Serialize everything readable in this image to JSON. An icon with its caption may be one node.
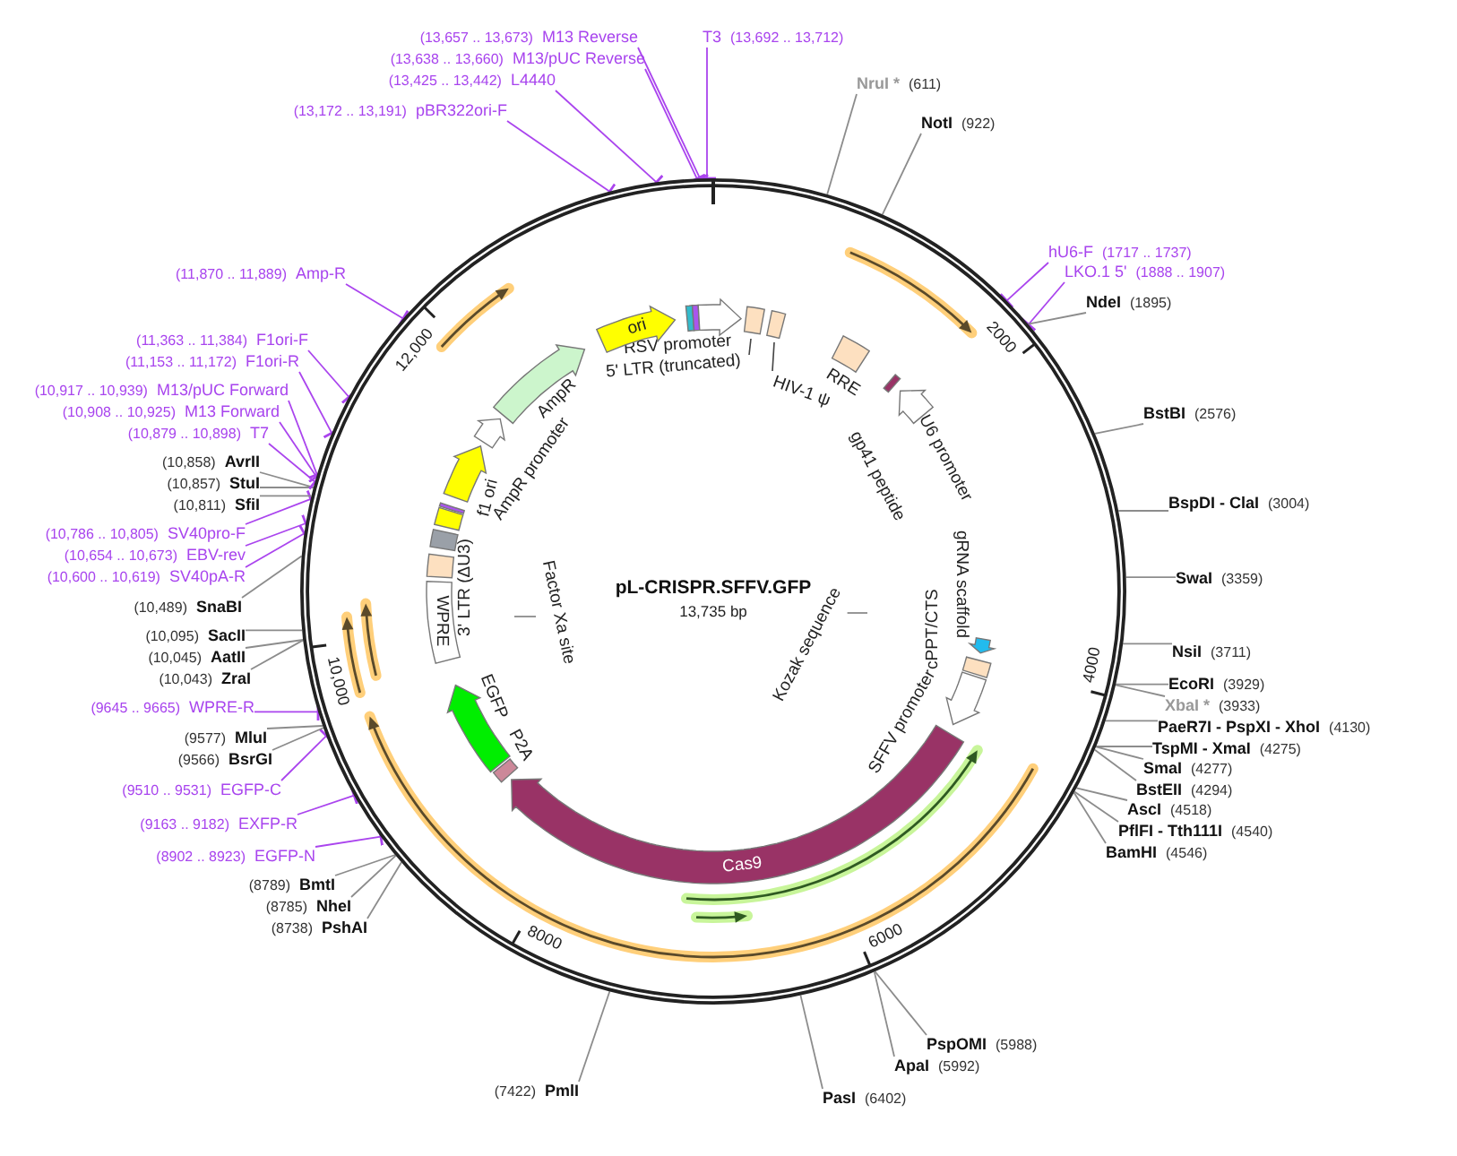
{
  "diagram": {
    "title": "pL-CRISPR.SFFV.GFP",
    "nodes": [
      {
        "text": [
          "(13,657 .. 13,673)",
          "M13 Reverse"
        ]
      },
      {
        "text": [
          "T3",
          "(13,692 .. 13,712)"
        ]
      },
      {
        "text": [
          "(13,638 .. 13,660)",
          "M13/pUC Reverse"
        ]
      },
      {
        "text": [
          "(13,425 .. 13,442)",
          "L4440"
        ]
      },
      {
        "text": [
          "(13,172 .. 13,191)",
          "pBR322ori-F"
        ]
      },
      {
        "text": [
          "NruI *",
          "(611)"
        ]
      },
      {
        "text": [
          "NotI",
          "(922)"
        ]
      },
      {
        "text": [
          "hU6-F",
          "(1717 .. 1737)"
        ]
      },
      {
        "text": [
          "LKO.1 5'",
          "(1888 .. 1907)"
        ]
      },
      {
        "text": [
          "NdeI",
          "(1895)"
        ]
      },
      {
        "text": [
          "BstBI",
          "(2576)"
        ]
      },
      {
        "text": [
          "BspDI - ClaI",
          "(3004)"
        ]
      },
      {
        "text": [
          "SwaI",
          "(3359)"
        ]
      },
      {
        "text": [
          "NsiI",
          "(3711)"
        ]
      },
      {
        "text": [
          "EcoRI",
          "(3929)"
        ]
      },
      {
        "text": [
          "XbaI *",
          "(3933)"
        ]
      },
      {
        "text": [
          "PaeR7I - PspXI - XhoI",
          "(4130)"
        ]
      },
      {
        "text": [
          "TspMI - XmaI",
          "(4275)"
        ]
      },
      {
        "text": [
          "SmaI",
          "(4277)"
        ]
      },
      {
        "text": [
          "BstEII",
          "(4294)"
        ]
      },
      {
        "text": [
          "AscI",
          "(4518)"
        ]
      },
      {
        "text": [
          "PflFI - Tth111I",
          "(4540)"
        ]
      },
      {
        "text": [
          "BamHI",
          "(4546)"
        ]
      },
      {
        "text": [
          "PspOMI",
          "(5988)"
        ]
      },
      {
        "text": [
          "ApaI",
          "(5992)"
        ]
      },
      {
        "text": [
          "PasI",
          "(6402)"
        ]
      },
      {
        "text": [
          "(7422)",
          "PmlI"
        ]
      },
      {
        "text": [
          "(8789)",
          "BmtI"
        ]
      },
      {
        "text": [
          "(8785)",
          "NheI"
        ]
      },
      {
        "text": [
          "(8738)",
          "PshAI"
        ]
      },
      {
        "text": [
          "(8902 .. 8923)",
          "EGFP-N"
        ]
      },
      {
        "text": [
          "(9163 .. 9182)",
          "EXFP-R"
        ]
      },
      {
        "text": [
          "(9510 .. 9531)",
          "EGFP-C"
        ]
      },
      {
        "text": [
          "(9566)",
          "BsrGI"
        ]
      },
      {
        "text": [
          "(9577)",
          "MluI"
        ]
      },
      {
        "text": [
          "(9645 .. 9665)",
          "WPRE-R"
        ]
      },
      {
        "text": [
          "(10,043)",
          "ZraI"
        ]
      },
      {
        "text": [
          "(10,045)",
          "AatII"
        ]
      },
      {
        "text": [
          "(10,095)",
          "SacII"
        ]
      },
      {
        "text": [
          "(10,489)",
          "SnaBI"
        ]
      },
      {
        "text": [
          "(10,600 .. 10,619)",
          "SV40pA-R"
        ]
      },
      {
        "text": [
          "(10,654 .. 10,673)",
          "EBV-rev"
        ]
      },
      {
        "text": [
          "(10,786 .. 10,805)",
          "SV40pro-F"
        ]
      },
      {
        "text": [
          "(10,811)",
          "SfiI"
        ]
      },
      {
        "text": [
          "(10,857)",
          "StuI"
        ]
      },
      {
        "text": [
          "(10,858)",
          "AvrII"
        ]
      },
      {
        "text": [
          "(10,879 .. 10,898)",
          "T7"
        ]
      },
      {
        "text": [
          "(10,908 .. 10,925)",
          "M13 Forward"
        ]
      },
      {
        "text": [
          "(10,917 .. 10,939)",
          "M13/pUC Forward"
        ]
      },
      {
        "text": [
          "(11,153 .. 11,172)",
          "F1ori-R"
        ]
      },
      {
        "text": [
          "(11,363 .. 11,384)",
          "F1ori-F"
        ]
      },
      {
        "text": [
          "(11,870 .. 11,889)",
          "Amp-R"
        ]
      },
      {
        "text": [],
        "shape": "circle"
      },
      {
        "text": [
          "RSV promoter"
        ],
        "in": 52
      },
      {
        "text": [
          "5' LTR (truncated)"
        ],
        "in": 52
      },
      {
        "text": [
          "HIV-1 ψ"
        ],
        "in": 52
      },
      {
        "text": [
          "RRE"
        ],
        "in": 52
      },
      {
        "text": [
          "gp41 peptide"
        ],
        "in": 52
      },
      {
        "text": [
          "U6 promoter"
        ],
        "in": 52
      },
      {
        "text": [
          "gRNA scaffold"
        ],
        "in": 52
      },
      {
        "text": [
          "cPPT/CTS"
        ],
        "in": 52
      },
      {
        "text": [
          "SFFV promoter"
        ],
        "in": 52
      },
      {
        "text": [
          "Kozak sequence"
        ],
        "in": 52
      },
      {
        "text": [
          "Cas9"
        ],
        "in": 52
      },
      {
        "text": [
          "P2A"
        ],
        "in": 52
      },
      {
        "text": [
          "EGFP"
        ],
        "in": 52
      },
      {
        "text": [
          "WPRE"
        ],
        "in": 52
      },
      {
        "text": [
          "3' LTR (ΔU3)"
        ],
        "in": 52
      },
      {
        "text": [
          "Factor Xa site"
        ],
        "in": 52
      },
      {
        "text": [
          "f1 ori"
        ],
        "in": 52
      },
      {
        "text": [
          "AmpR promoter"
        ],
        "in": 52
      },
      {
        "text": [
          "AmpR"
        ],
        "in": 52
      },
      {
        "text": [
          "ori"
        ],
        "in": 52
      }
    ],
    "edges": [
      {
        "from": 0,
        "to": 52,
        "arrow": "other",
        "color": "#aa44ee"
      },
      {
        "from": 1,
        "to": 52,
        "arrow": "other",
        "color": "#aa44ee"
      },
      {
        "from": 2,
        "to": 52,
        "arrow": "other",
        "color": "#aa44ee"
      },
      {
        "from": 3,
        "to": 52,
        "arrow": "other",
        "color": "#aa44ee"
      },
      {
        "from": 4,
        "to": 52,
        "arrow": "other",
        "color": "#aa44ee"
      },
      {
        "from": 5,
        "to": 52,
        "arrow": "none"
      },
      {
        "from": 6,
        "to": 52,
        "arrow": "none"
      },
      {
        "from": 7,
        "to": 52,
        "arrow": "other",
        "color": "#aa44ee"
      },
      {
        "from": 8,
        "to": 52,
        "arrow": "other",
        "color": "#aa44ee"
      },
      {
        "from": 9,
        "to": 52,
        "arrow": "none"
      },
      {
        "from": 10,
        "to": 52,
        "arrow": "none"
      },
      {
        "from": 11,
        "to": 52,
        "arrow": "none"
      },
      {
        "from": 12,
        "to": 52,
        "arrow": "none"
      },
      {
        "from": 13,
        "to": 52,
        "arrow": "none"
      },
      {
        "from": 14,
        "to": 52,
        "arrow": "none"
      },
      {
        "from": 15,
        "to": 52,
        "arrow": "none"
      },
      {
        "from": 16,
        "to": 52,
        "arrow": "none"
      },
      {
        "from": 17,
        "to": 52,
        "arrow": "none"
      },
      {
        "from": 18,
        "to": 52,
        "arrow": "none"
      },
      {
        "from": 19,
        "to": 52,
        "arrow": "none"
      },
      {
        "from": 20,
        "to": 52,
        "arrow": "none"
      },
      {
        "from": 21,
        "to": 52,
        "arrow": "none"
      },
      {
        "from": 22,
        "to": 52,
        "arrow": "none"
      },
      {
        "from": 23,
        "to": 52,
        "arrow": "none"
      },
      {
        "from": 24,
        "to": 52,
        "arrow": "none"
      },
      {
        "from": 25,
        "to": 52,
        "arrow": "none"
      },
      {
        "from": 26,
        "to": 52,
        "arrow": "none"
      },
      {
        "from": 27,
        "to": 52,
        "arrow": "none"
      },
      {
        "from": 28,
        "to": 52,
        "arrow": "none"
      },
      {
        "from": 29,
        "to": 52,
        "arrow": "none"
      },
      {
        "from": 30,
        "to": 52,
        "arrow": "other",
        "color": "#aa44ee"
      },
      {
        "from": 31,
        "to": 52,
        "arrow": "other",
        "color": "#aa44ee"
      },
      {
        "from": 32,
        "to": 52,
        "arrow": "other",
        "color": "#aa44ee"
      },
      {
        "from": 33,
        "to": 52,
        "arrow": "none"
      },
      {
        "from": 34,
        "to": 52,
        "arrow": "none"
      },
      {
        "from": 35,
        "to": 52,
        "arrow": "other",
        "color": "#aa44ee"
      },
      {
        "from": 36,
        "to": 52,
        "arrow": "none"
      },
      {
        "from": 37,
        "to": 52,
        "arrow": "none"
      },
      {
        "from": 38,
        "to": 52,
        "arrow": "none"
      },
      {
        "from": 39,
        "to": 52,
        "arrow": "none"
      },
      {
        "from": 40,
        "to": 52,
        "arrow": "other",
        "color": "#aa44ee"
      },
      {
        "from": 41,
        "to": 52,
        "arrow": "other",
        "color": "#aa44ee"
      },
      {
        "from": 42,
        "to": 52,
        "arrow": "other",
        "color": "#aa44ee"
      },
      {
        "from": 43,
        "to": 52,
        "arrow": "none"
      },
      {
        "from": 44,
        "to": 52,
        "arrow": "none"
      },
      {
        "from": 45,
        "to": 52,
        "arrow": "none"
      },
      {
        "from": 46,
        "to": 52,
        "arrow": "other",
        "color": "#aa44ee"
      },
      {
        "from": 47,
        "to": 52,
        "arrow": "other",
        "color": "#aa44ee"
      },
      {
        "from": 48,
        "to": 52,
        "arrow": "other",
        "color": "#aa44ee"
      },
      {
        "from": 49,
        "to": 52,
        "arrow": "other",
        "color": "#aa44ee"
      },
      {
        "from": 50,
        "to": 52,
        "arrow": "other",
        "color": "#aa44ee"
      },
      {
        "from": 51,
        "to": 52,
        "arrow": "other",
        "color": "#aa44ee"
      },
      {
        "from": 62,
        "to": null,
        "arrow": "none"
      },
      {
        "from": 68,
        "to": null,
        "arrow": "none"
      }
    ],
    "labels": [
      "2000",
      "4000",
      "6000",
      "8000",
      "10,000",
      "12,000",
      "13,735 bp"
    ]
  }
}
